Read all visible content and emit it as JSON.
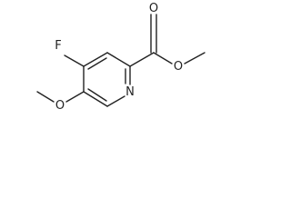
{
  "molecule": {
    "atoms": {
      "fluorine": "F",
      "ring_nitrogen": "N",
      "carbonyl_oxygen": "O",
      "ester_oxygen": "O",
      "methoxy_oxygen": "O"
    }
  }
}
